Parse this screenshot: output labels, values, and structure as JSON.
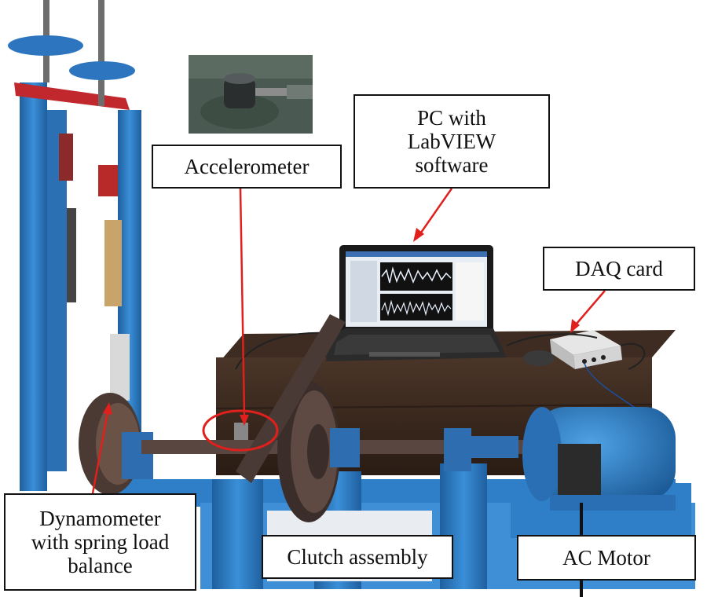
{
  "labels": {
    "accelerometer": "Accelerometer",
    "pc": [
      "PC with",
      "LabVIEW",
      "software"
    ],
    "daq": "DAQ card",
    "dynamometer": [
      "Dynamometer",
      "with spring load",
      "balance"
    ],
    "clutch": "Clutch assembly",
    "motor": "AC Motor"
  },
  "colors": {
    "frame_blue": "#2f7fc8",
    "wood_brown": "#3b2a20",
    "annotation_red": "#e0201c",
    "label_border": "#111111"
  }
}
